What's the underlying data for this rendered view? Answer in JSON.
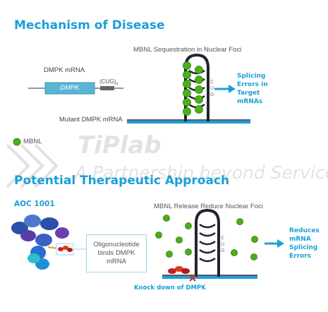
{
  "section1": {
    "title": "Mechanism of Disease",
    "subtitle": "MBNL Sequestration in Nuclear Foci",
    "dmpk_mrna_label": "DMPK mRNA",
    "dmpk_box_label": "DMPK",
    "cug_repeat_label": "(CUG)",
    "cug_repeat_sub": "n",
    "cug_letters": "C\nU\nG",
    "outcome": "Splicing\nErrors in\nTarget\nmRNAs",
    "mutant_label": "Mutant DMPK mRNA",
    "legend_label": "MBNL"
  },
  "watermark": {
    "logo_text": "TiPlab",
    "tagline": "A Partnership beyond Services"
  },
  "section2": {
    "title": "Potential Therapeutic Approach",
    "drug_label": "AOC 1001",
    "subtitle": "MBNL Release Reduce Nuclear Foci",
    "callout": "Oligonucleotide\nbinds DMPK\nmRNA",
    "cug_letters": "C\nU\nG",
    "outcome": "Reduces\nmRNA\nSplicing\nErrors",
    "knockdown_label": "Knock down of DMPK"
  },
  "colors": {
    "accent_blue": "#1a9fd8",
    "mbnl_green": "#4caf1a",
    "strand_dark": "#22232e",
    "knockdown_red": "#d8281c"
  },
  "icons": [
    "mbnl-protein-icon",
    "antibody-icon",
    "oligonucleotide-icon",
    "arrow-right-icon",
    "x-mark-icon"
  ]
}
